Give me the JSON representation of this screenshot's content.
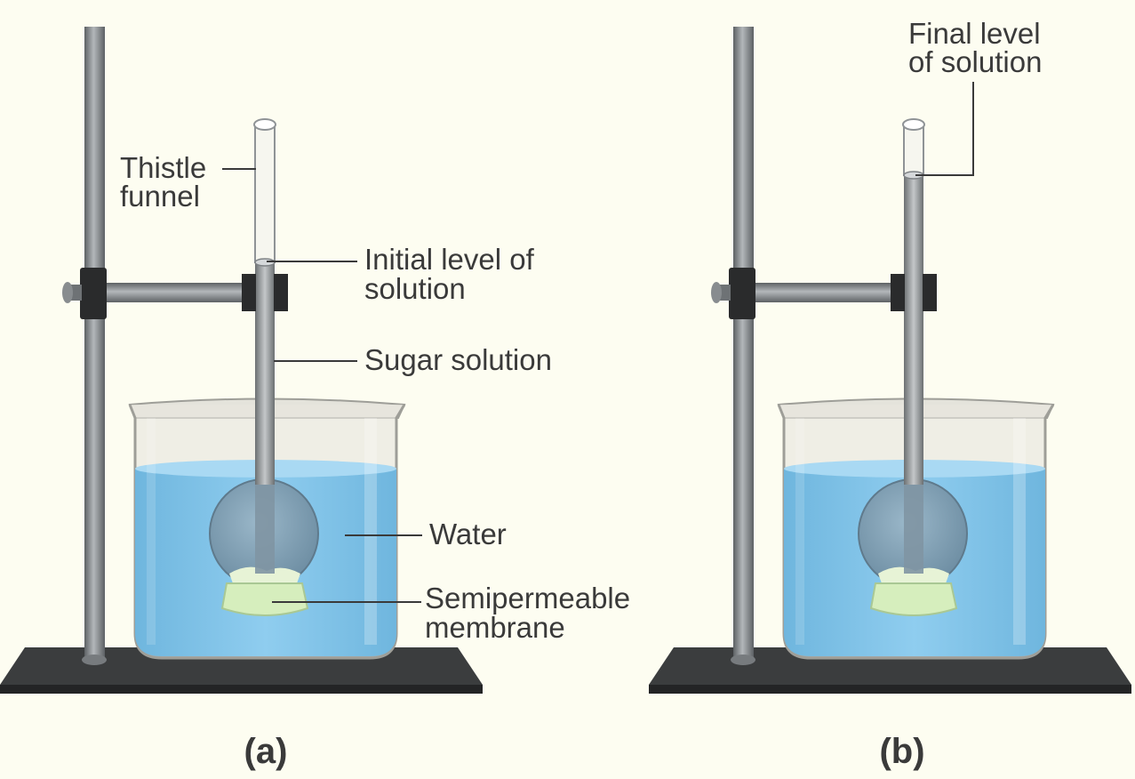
{
  "figure": {
    "panel_a": {
      "caption": "(a)",
      "labels": {
        "thistle_funnel": [
          "Thistle",
          "funnel"
        ],
        "initial_level": [
          "Initial level of",
          "solution"
        ],
        "sugar_solution": "Sugar solution",
        "water": "Water",
        "membrane": [
          "Semipermeable",
          "membrane"
        ]
      }
    },
    "panel_b": {
      "caption": "(b)",
      "labels": {
        "final_level": [
          "Final level",
          "of solution"
        ]
      }
    },
    "colors": {
      "background": "#fdfdf1",
      "water": "#7ec3e8",
      "membrane": "#d6eebd",
      "rod": "#8a8e91",
      "base": "#3b3d3e"
    }
  }
}
